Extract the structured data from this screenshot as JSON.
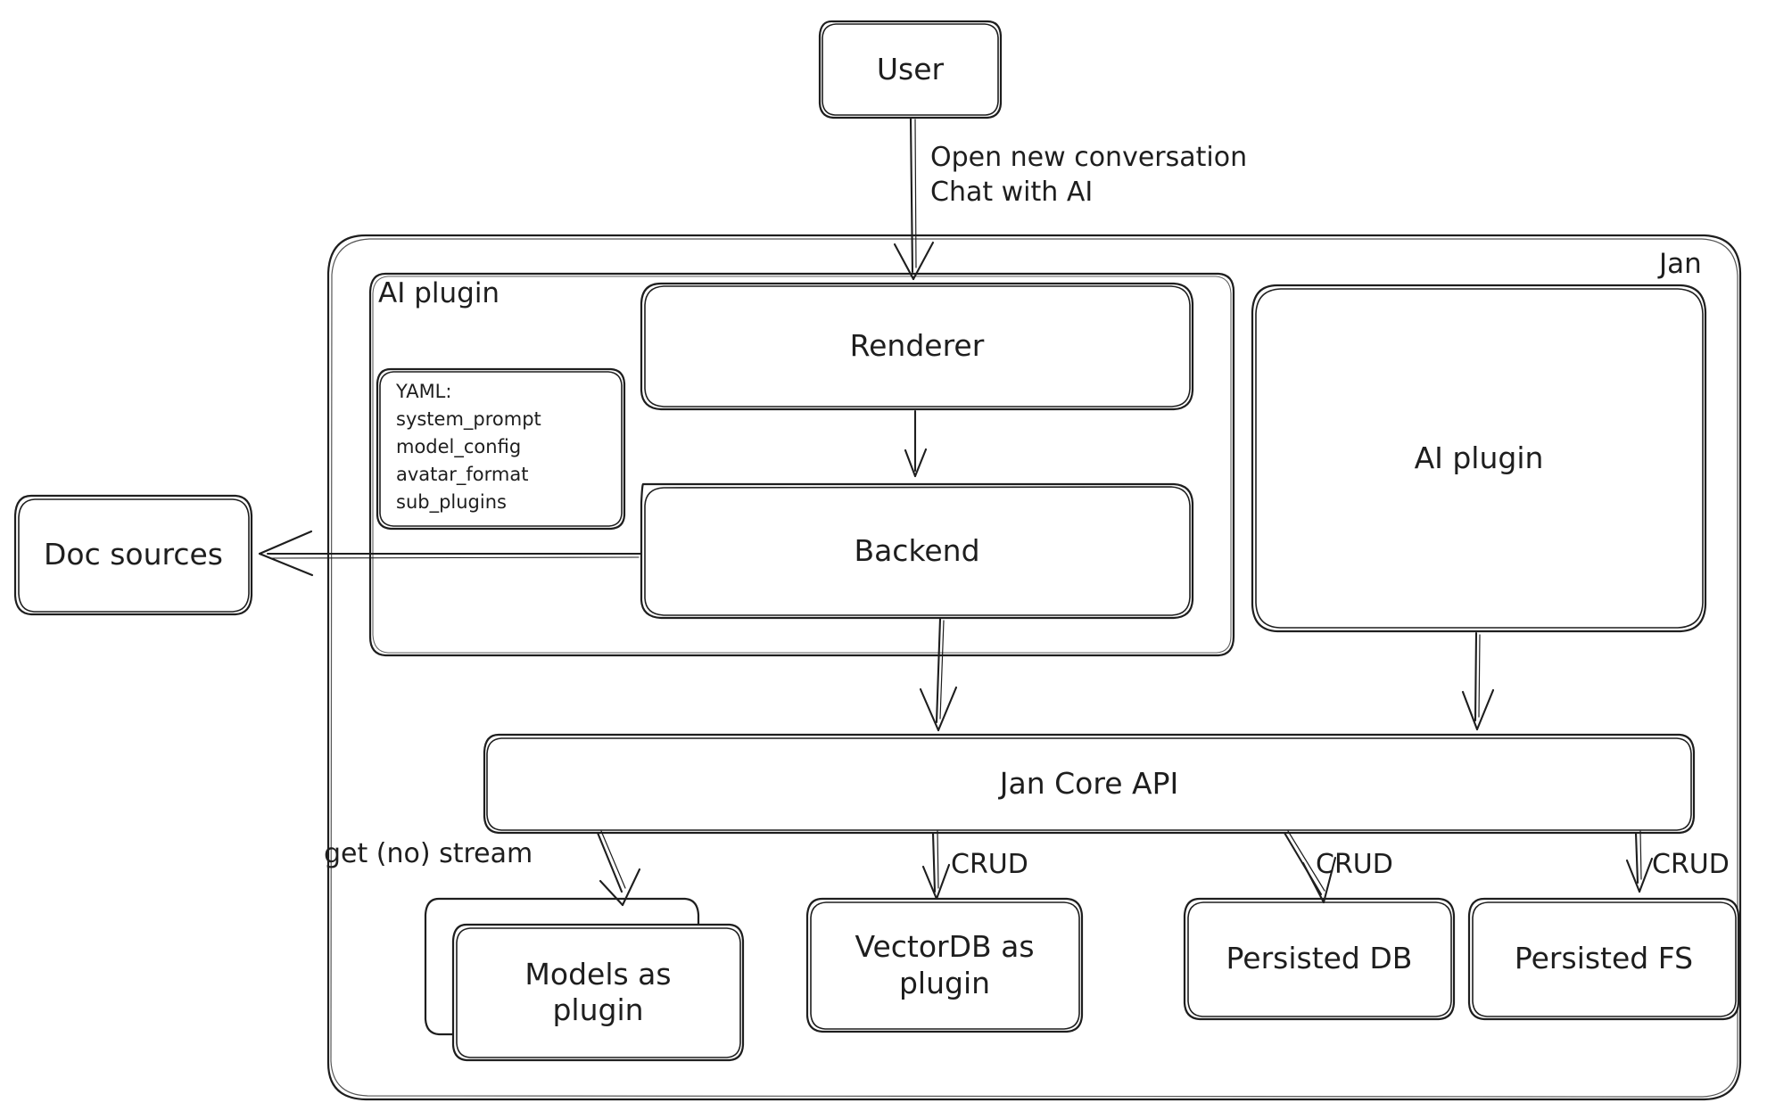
{
  "diagram": {
    "title": "Jan architecture diagram",
    "style": "hand-drawn",
    "stroke_color": "#1e1e1e",
    "background_color": "#ffffff"
  },
  "nodes": {
    "user": {
      "label": "User"
    },
    "jan_frame": {
      "label": "Jan"
    },
    "ai_plugin_frame": {
      "label": "AI plugin"
    },
    "renderer": {
      "label": "Renderer"
    },
    "backend": {
      "label": "Backend"
    },
    "ai_plugin_box": {
      "label": "AI plugin"
    },
    "doc_sources": {
      "label": "Doc sources"
    },
    "jan_core_api": {
      "label": "Jan Core API"
    },
    "models_as_plugin": {
      "label": "Models as\nplugin"
    },
    "vectordb_as_plugin": {
      "label": "VectorDB as\nplugin"
    },
    "persisted_db": {
      "label": "Persisted DB"
    },
    "persisted_fs": {
      "label": "Persisted FS"
    }
  },
  "yaml_note": {
    "heading": "YAML:",
    "items": [
      "system_prompt",
      "model_config",
      "avatar_format",
      "sub_plugins"
    ]
  },
  "edge_labels": {
    "user_to_renderer": "Open new conversation\nChat with AI",
    "api_to_models": "get (no) stream",
    "api_to_vectordb": "CRUD",
    "api_to_persisted_db": "CRUD",
    "api_to_persisted_fs": "CRUD"
  }
}
